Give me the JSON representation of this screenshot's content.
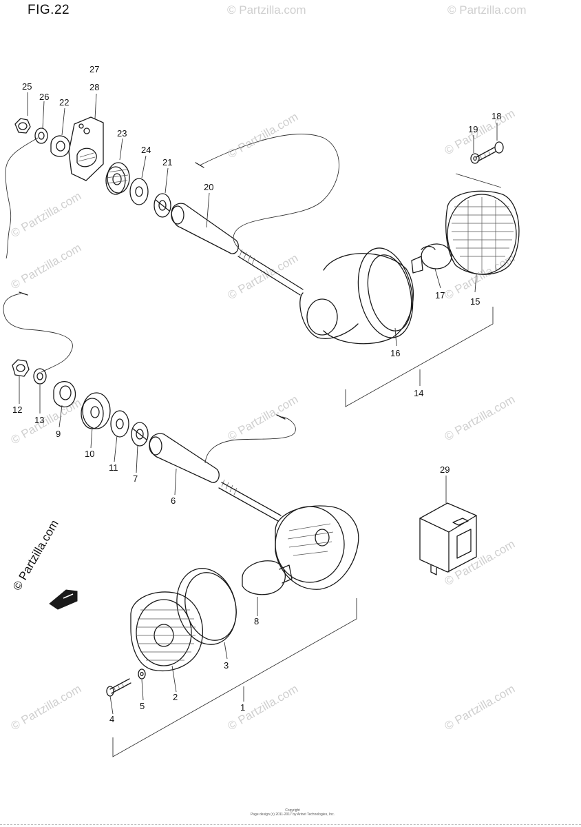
{
  "figure": {
    "title": "FIG.22"
  },
  "callouts": {
    "c1": "1",
    "c2": "2",
    "c3": "3",
    "c4": "4",
    "c5": "5",
    "c6": "6",
    "c7": "7",
    "c8": "8",
    "c9": "9",
    "c10": "10",
    "c11": "11",
    "c12": "12",
    "c13": "13",
    "c14": "14",
    "c15": "15",
    "c16": "16",
    "c17": "17",
    "c18": "18",
    "c19": "19",
    "c20": "20",
    "c21": "21",
    "c22": "22",
    "c23": "23",
    "c24": "24",
    "c25": "25",
    "c26": "26",
    "c27": "27",
    "c28": "28",
    "c29": "29"
  },
  "watermark": {
    "text": "© Partzilla.com"
  },
  "footer": {
    "line1": "Copyright",
    "line2": "Page design (c) 2011-2017 by Arinet Technologies, Inc."
  }
}
